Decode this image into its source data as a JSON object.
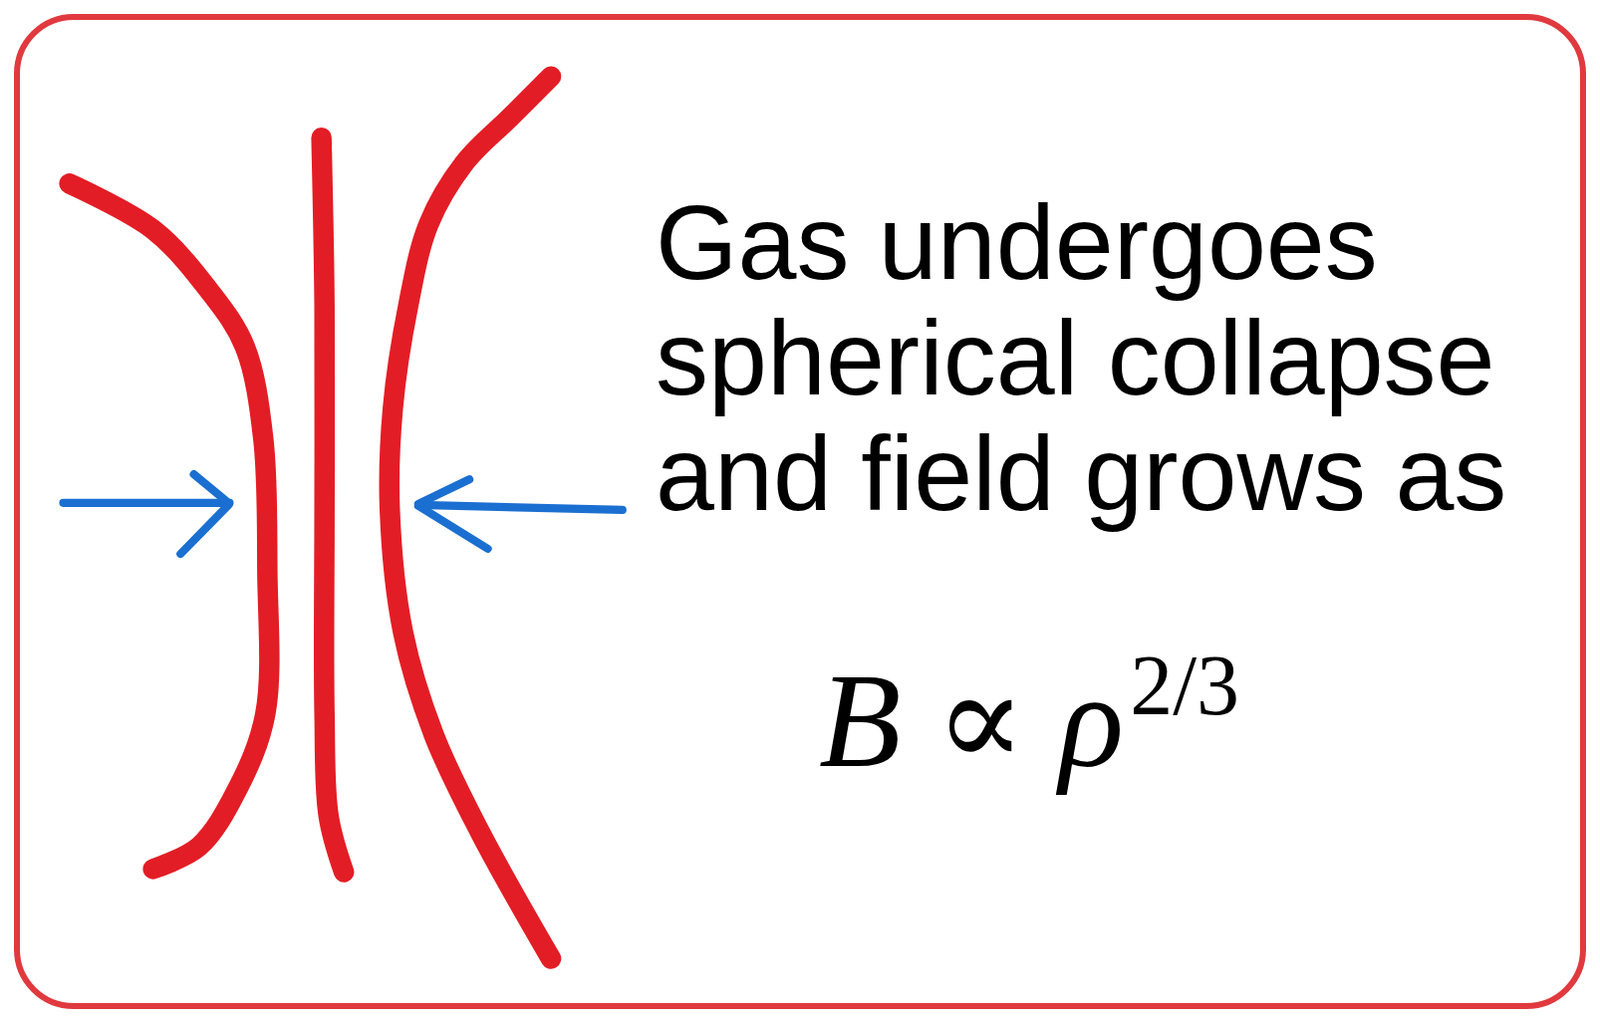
{
  "diagram": {
    "nodes": [
      {
        "text": [
          "Gas undergoes spherical collapse and field grows as",
          "B ∝ ρ",
          "2/3"
        ]
      }
    ]
  }
}
